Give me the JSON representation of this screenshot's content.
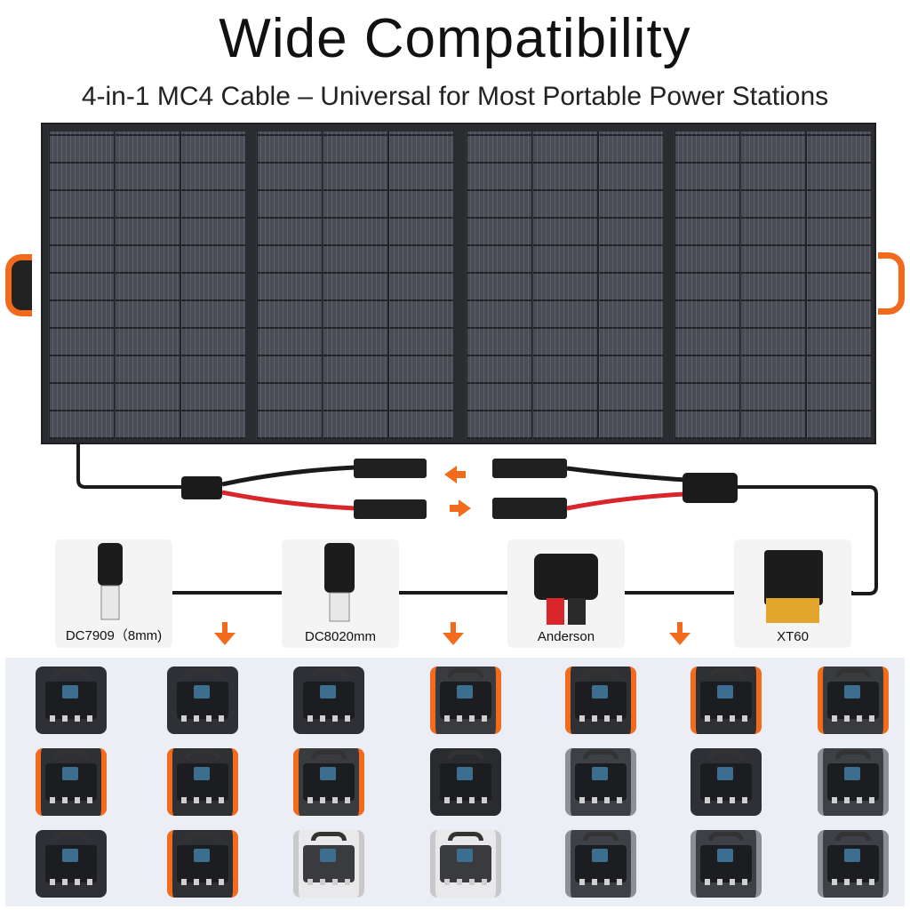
{
  "header": {
    "title": "Wide Compatibility",
    "subtitle": "4-in-1 MC4 Cable – Universal for Most Portable Power Stations"
  },
  "connectors": [
    {
      "label": "DC7909（8mm)",
      "icon": "dc7909-plug-icon"
    },
    {
      "label": "DC8020mm",
      "icon": "dc8020-plug-icon"
    },
    {
      "label": "Anderson",
      "icon": "anderson-plug-icon"
    },
    {
      "label": "XT60",
      "icon": "xt60-plug-icon"
    }
  ],
  "colors": {
    "accent": "#f26b1d",
    "panel": "#2a2c30",
    "cable_black": "#1a1a1a",
    "cable_red": "#d8262b",
    "grid_background": "#eceef6"
  },
  "power_stations": [
    {
      "row": 1,
      "col": 1,
      "style": "dark"
    },
    {
      "row": 1,
      "col": 2,
      "style": "dark"
    },
    {
      "row": 1,
      "col": 3,
      "style": "dark-stacked"
    },
    {
      "row": 1,
      "col": 4,
      "style": "dark-orange"
    },
    {
      "row": 1,
      "col": 5,
      "style": "orange"
    },
    {
      "row": 1,
      "col": 6,
      "style": "orange"
    },
    {
      "row": 1,
      "col": 7,
      "style": "dark-orange"
    },
    {
      "row": 2,
      "col": 1,
      "style": "orange"
    },
    {
      "row": 2,
      "col": 2,
      "style": "orange"
    },
    {
      "row": 2,
      "col": 3,
      "style": "dark-orange"
    },
    {
      "row": 2,
      "col": 4,
      "style": "dark-wheeled"
    },
    {
      "row": 2,
      "col": 5,
      "style": "grey"
    },
    {
      "row": 2,
      "col": 6,
      "style": "dark"
    },
    {
      "row": 2,
      "col": 7,
      "style": "grey"
    },
    {
      "row": 3,
      "col": 1,
      "style": "dark"
    },
    {
      "row": 3,
      "col": 2,
      "style": "orange"
    },
    {
      "row": 3,
      "col": 3,
      "style": "white"
    },
    {
      "row": 3,
      "col": 4,
      "style": "white"
    },
    {
      "row": 3,
      "col": 5,
      "style": "grey"
    },
    {
      "row": 3,
      "col": 6,
      "style": "grey"
    },
    {
      "row": 3,
      "col": 7,
      "style": "grey"
    }
  ]
}
